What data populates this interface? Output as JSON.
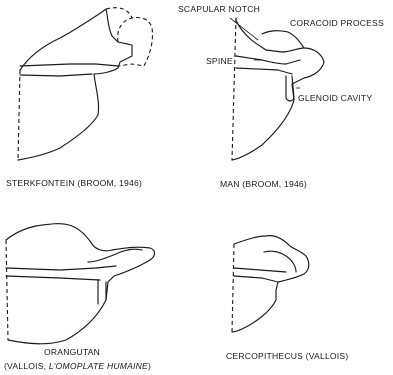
{
  "labels": {
    "scapular_notch": "SCAPULAR NOTCH",
    "coracoid_process": "CORACOID PROCESS",
    "spine": "SPINE",
    "glenoid_cavity": "GLENOID CAVITY"
  },
  "captions": {
    "sterkfontein": "STERKFONTEIN (BROOM, 1946)",
    "man": "MAN (BROOM, 1946)",
    "orangutan_line1": "ORANGUTAN",
    "orangutan_line2_pre": "(VALLOIS, ",
    "orangutan_line2_italic": "L'OMOPLATE HUMAINE",
    "orangutan_line2_post": ")",
    "cercopithecus": "CERCOPITHECUS (VALLOIS)"
  }
}
